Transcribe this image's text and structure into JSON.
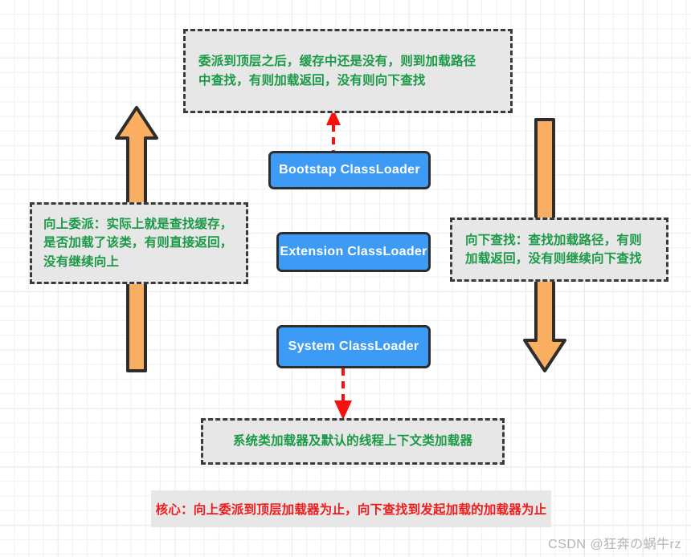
{
  "diagram": {
    "title": "Java ClassLoader Parent Delegation Model",
    "colors": {
      "note_fill": "#e7e7e7",
      "note_border": "#3a3a3a",
      "note_text": "#1a9a46",
      "loader_fill": "#3d9bf5",
      "loader_border": "#2d2d2d",
      "loader_text": "#ffffff",
      "arrow_orange": "#faae61",
      "arrow_outline": "#2d2d2d",
      "arrow_red": "#fa0f0f",
      "footer_text": "#f01c1c",
      "grid_minor": "#f0f0f0",
      "grid_major": "#e2e2e2"
    },
    "notes": {
      "top": "委派到顶层之后，缓存中还是没有，则到加载路径\n中查找，有则加载返回，没有则向下查找",
      "left": "向上委派：实际上就是查找缓存，\n是否加载了该类，有则直接返回，\n没有继续向上",
      "right": "向下查找：查找加载路径，有则\n加载返回，没有则继续向下查找",
      "bottom": "系统类加载器及默认的线程上下文类加载器"
    },
    "loaders": [
      {
        "label": "Bootstap ClassLoader"
      },
      {
        "label": "Extension ClassLoader"
      },
      {
        "label": "System ClassLoader"
      }
    ],
    "arrows": {
      "up_left_name": "upward-delegation-arrow",
      "down_right_name": "downward-lookup-arrow",
      "red_up_name": "bootstrap-to-top-note-arrow",
      "red_down_name": "system-to-bottom-note-arrow"
    },
    "footer": "核心：向上委派到顶层加载器为止，向下查找到发起加载的加载器为止",
    "watermark": "CSDN @狂奔の蜗牛rz"
  }
}
